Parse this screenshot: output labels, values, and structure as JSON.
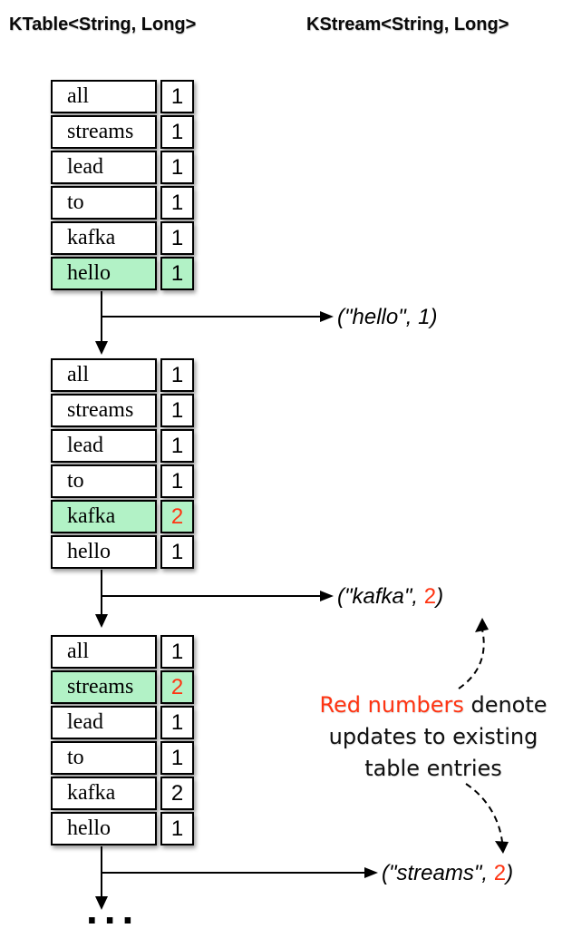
{
  "colors": {
    "highlight_green": "#b2f2c6",
    "update_red": "#ff3412",
    "line_black": "#000000"
  },
  "headers": {
    "ktable": "KTable<String, Long>",
    "kstream": "KStream<String, Long>"
  },
  "tables": [
    {
      "rows": [
        {
          "key": "all",
          "value": "1"
        },
        {
          "key": "streams",
          "value": "1"
        },
        {
          "key": "lead",
          "value": "1"
        },
        {
          "key": "to",
          "value": "1"
        },
        {
          "key": "kafka",
          "value": "1"
        },
        {
          "key": "hello",
          "value": "1"
        }
      ],
      "highlight_row": 5,
      "red_value_rows": []
    },
    {
      "rows": [
        {
          "key": "all",
          "value": "1"
        },
        {
          "key": "streams",
          "value": "1"
        },
        {
          "key": "lead",
          "value": "1"
        },
        {
          "key": "to",
          "value": "1"
        },
        {
          "key": "kafka",
          "value": "2"
        },
        {
          "key": "hello",
          "value": "1"
        }
      ],
      "highlight_row": 4,
      "red_value_rows": [
        4
      ]
    },
    {
      "rows": [
        {
          "key": "all",
          "value": "1"
        },
        {
          "key": "streams",
          "value": "2"
        },
        {
          "key": "lead",
          "value": "1"
        },
        {
          "key": "to",
          "value": "1"
        },
        {
          "key": "kafka",
          "value": "2"
        },
        {
          "key": "hello",
          "value": "1"
        }
      ],
      "highlight_row": 1,
      "red_value_rows": [
        1
      ]
    }
  ],
  "stream_records": [
    {
      "before": "(\"hello\", ",
      "value": "1",
      "after": ")",
      "value_is_red": false
    },
    {
      "before": "(\"kafka\", ",
      "value": "2",
      "after": ")",
      "value_is_red": true
    },
    {
      "before": "(\"streams\", ",
      "value": "2",
      "after": ")",
      "value_is_red": true
    }
  ],
  "annotation": {
    "red_text": "Red numbers",
    "black_text": " denote",
    "line2": "updates to existing",
    "line3": "table entries"
  },
  "ellipsis": "..."
}
